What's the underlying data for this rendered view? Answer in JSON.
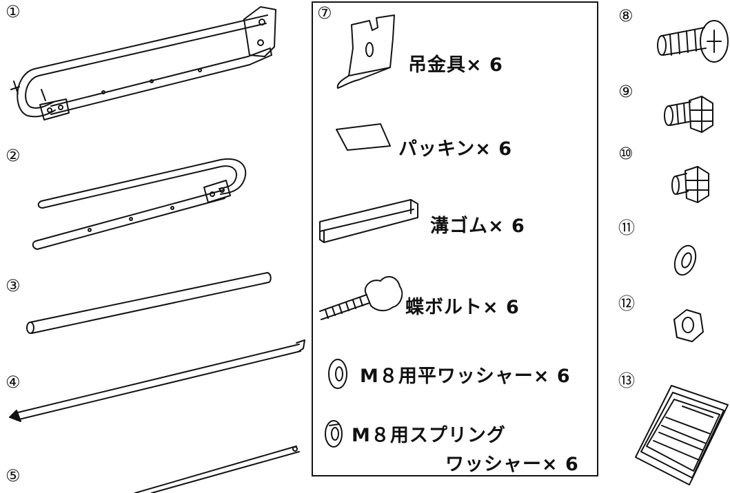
{
  "items": [
    {
      "num": "①"
    },
    {
      "num": "②"
    },
    {
      "num": "③"
    },
    {
      "num": "④"
    },
    {
      "num": "⑤"
    },
    {
      "num": "⑦"
    },
    {
      "num": "⑧"
    },
    {
      "num": "⑨"
    },
    {
      "num": "⑩"
    },
    {
      "num": "⑪"
    },
    {
      "num": "⑫"
    },
    {
      "num": "⑬"
    }
  ],
  "parts": {
    "hanger_bracket": "吊金具× 6",
    "packing": "パッキン× 6",
    "groove_rubber": "溝ゴム× 6",
    "wing_bolt": "蝶ボルト× 6",
    "flat_washer": "M８用平ワッシャー× 6",
    "spring_washer_line1": "M８用スプリング",
    "spring_washer_line2": "ワッシャー× 6"
  }
}
